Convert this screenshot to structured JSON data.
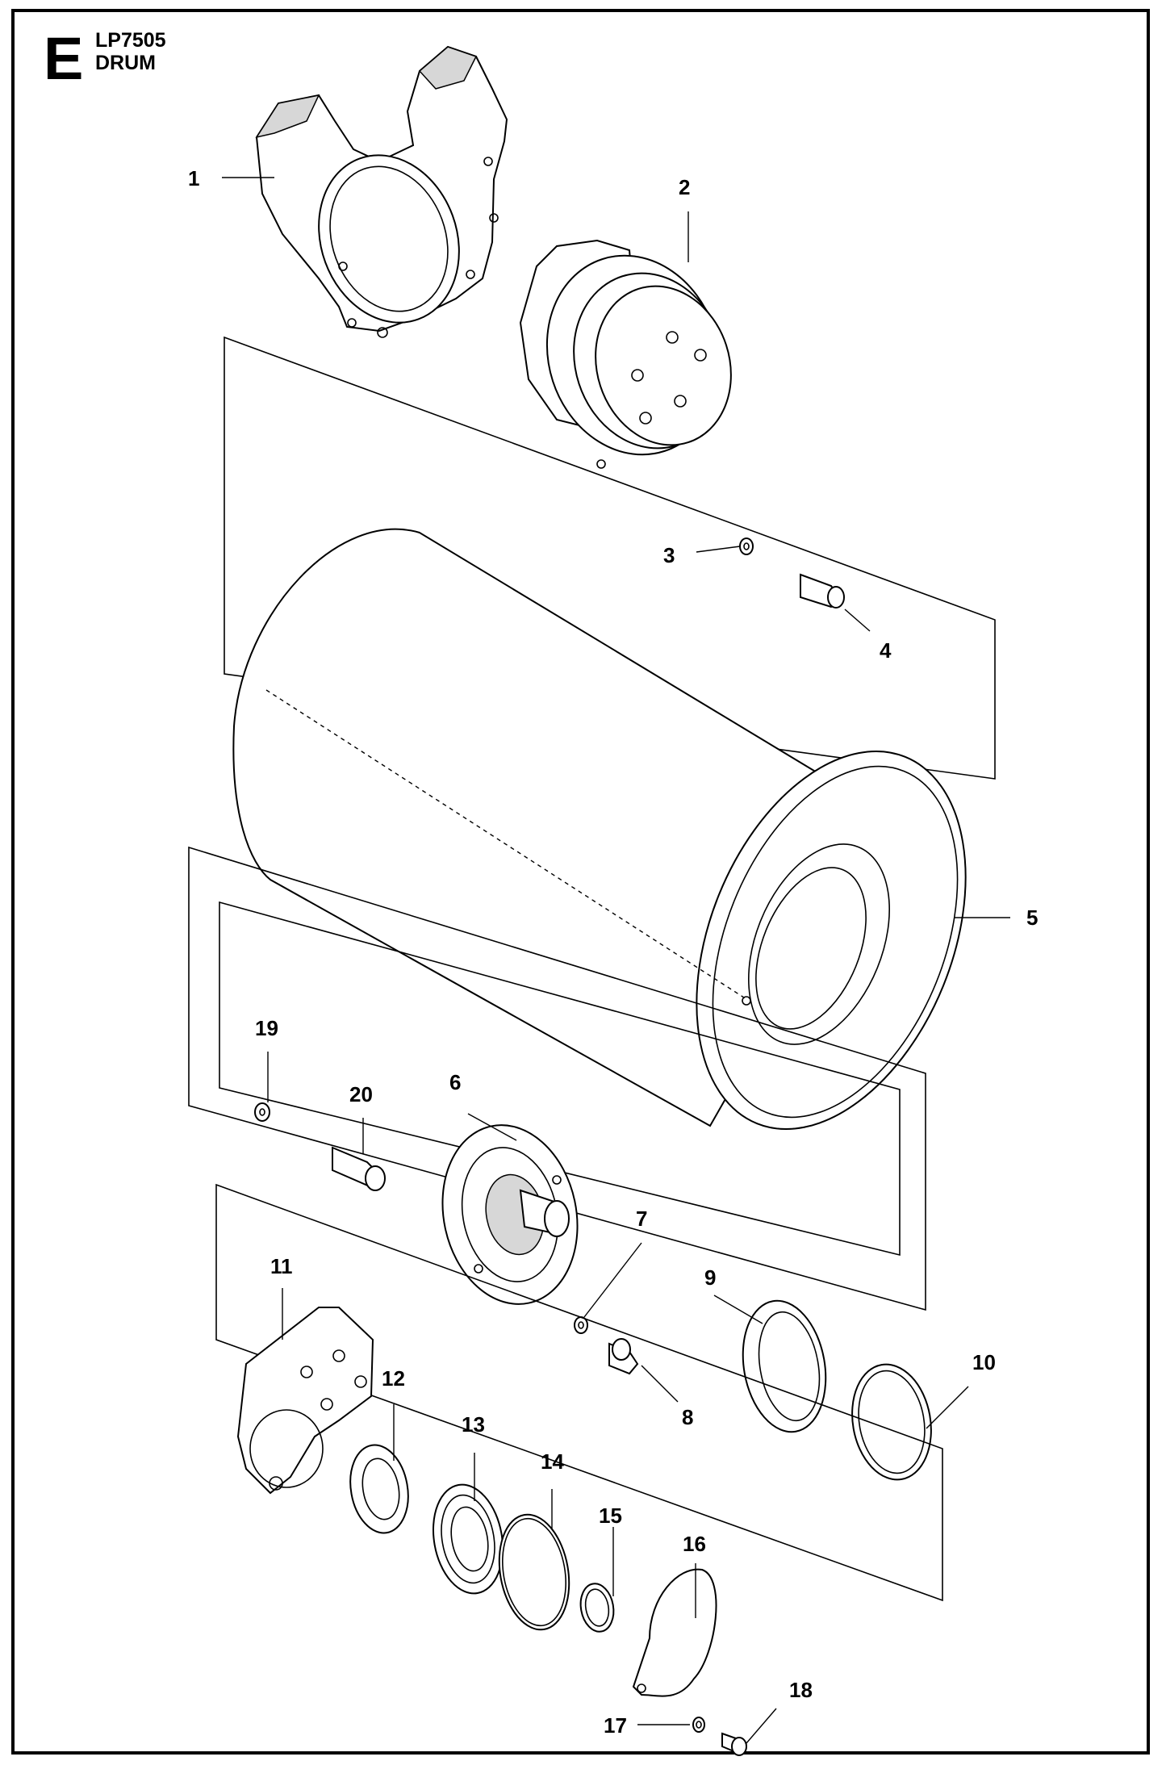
{
  "header": {
    "section_letter": "E",
    "model": "LP7505",
    "assembly": "DRUM"
  },
  "callouts": [
    {
      "id": "1",
      "label": "1"
    },
    {
      "id": "2",
      "label": "2"
    },
    {
      "id": "3",
      "label": "3"
    },
    {
      "id": "4",
      "label": "4"
    },
    {
      "id": "5",
      "label": "5"
    },
    {
      "id": "6",
      "label": "6"
    },
    {
      "id": "7",
      "label": "7"
    },
    {
      "id": "8",
      "label": "8"
    },
    {
      "id": "9",
      "label": "9"
    },
    {
      "id": "10",
      "label": "10"
    },
    {
      "id": "11",
      "label": "11"
    },
    {
      "id": "12",
      "label": "12"
    },
    {
      "id": "13",
      "label": "13"
    },
    {
      "id": "14",
      "label": "14"
    },
    {
      "id": "15",
      "label": "15"
    },
    {
      "id": "16",
      "label": "16"
    },
    {
      "id": "17",
      "label": "17"
    },
    {
      "id": "18",
      "label": "18"
    },
    {
      "id": "19",
      "label": "19"
    },
    {
      "id": "20",
      "label": "20"
    }
  ]
}
